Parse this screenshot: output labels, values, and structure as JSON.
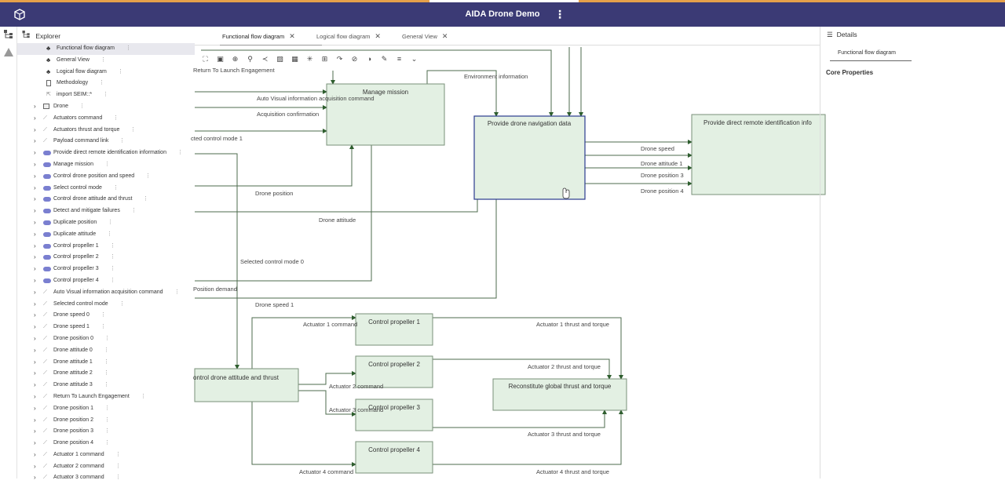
{
  "app": {
    "title": "AIDA Drone Demo"
  },
  "explorer": {
    "title": "Explorer",
    "items": [
      {
        "label": "Functional flow diagram",
        "icon": "diagram",
        "indent": 1,
        "selected": true
      },
      {
        "label": "General View",
        "icon": "diagram",
        "indent": 1
      },
      {
        "label": "Logical flow diagram",
        "icon": "diagram",
        "indent": 1
      },
      {
        "label": "Methodology",
        "icon": "document",
        "indent": 1
      },
      {
        "label": "import SEIM::*",
        "icon": "import",
        "indent": 1
      },
      {
        "label": "Drone",
        "icon": "package",
        "indent": 0
      },
      {
        "label": "Actuators command",
        "icon": "exchange",
        "indent": 0
      },
      {
        "label": "Actuators thrust and torque",
        "icon": "exchange",
        "indent": 0
      },
      {
        "label": "Payload command link",
        "icon": "exchange",
        "indent": 0
      },
      {
        "label": "Provide direct remote identification information",
        "icon": "function",
        "indent": 0
      },
      {
        "label": "Manage mission",
        "icon": "function",
        "indent": 0
      },
      {
        "label": "Control drone position and speed",
        "icon": "function",
        "indent": 0
      },
      {
        "label": "Select control mode",
        "icon": "function",
        "indent": 0
      },
      {
        "label": "Control drone attitude and thrust",
        "icon": "function",
        "indent": 0
      },
      {
        "label": "Detect and mitigate failures",
        "icon": "function",
        "indent": 0
      },
      {
        "label": "Duplicate position",
        "icon": "function",
        "indent": 0
      },
      {
        "label": "Duplicate attitude",
        "icon": "function",
        "indent": 0
      },
      {
        "label": "Control propeller 1",
        "icon": "function",
        "indent": 0
      },
      {
        "label": "Control propeller 2",
        "icon": "function",
        "indent": 0
      },
      {
        "label": "Control propeller 3",
        "icon": "function",
        "indent": 0
      },
      {
        "label": "Control propeller 4",
        "icon": "function",
        "indent": 0
      },
      {
        "label": "Auto Visual information acquisition command",
        "icon": "exchange",
        "indent": 0
      },
      {
        "label": "Selected control mode",
        "icon": "exchange",
        "indent": 0
      },
      {
        "label": "Drone speed 0",
        "icon": "exchange",
        "indent": 0
      },
      {
        "label": "Drone speed 1",
        "icon": "exchange",
        "indent": 0
      },
      {
        "label": "Drone position 0",
        "icon": "exchange",
        "indent": 0
      },
      {
        "label": "Drone attitude 0",
        "icon": "exchange",
        "indent": 0
      },
      {
        "label": "Drone attitude 1",
        "icon": "exchange",
        "indent": 0
      },
      {
        "label": "Drone attitude 2",
        "icon": "exchange",
        "indent": 0
      },
      {
        "label": "Drone attitude 3",
        "icon": "exchange",
        "indent": 0
      },
      {
        "label": "Return To Launch Engagement",
        "icon": "exchange",
        "indent": 0
      },
      {
        "label": "Drone position 1",
        "icon": "exchange",
        "indent": 0
      },
      {
        "label": "Drone position 2",
        "icon": "exchange",
        "indent": 0
      },
      {
        "label": "Drone position 3",
        "icon": "exchange",
        "indent": 0
      },
      {
        "label": "Drone position 4",
        "icon": "exchange",
        "indent": 0
      },
      {
        "label": "Actuator 1 command",
        "icon": "exchange",
        "indent": 0
      },
      {
        "label": "Actuator 2 command",
        "icon": "exchange",
        "indent": 0
      },
      {
        "label": "Actuator 3 command",
        "icon": "exchange",
        "indent": 0
      }
    ]
  },
  "tabs": [
    {
      "label": "Functional flow diagram",
      "active": true
    },
    {
      "label": "Logical flow diagram"
    },
    {
      "label": "General View"
    }
  ],
  "diagram": {
    "nodes": {
      "manage_mission": "Manage mission",
      "nav_data": "Provide drone navigation data",
      "remote_id": "Provide direct remote identification info",
      "control_attitude": "ontrol drone attitude and thrust",
      "prop1": "Control propeller 1",
      "prop2": "Control propeller 2",
      "prop3": "Control propeller 3",
      "prop4": "Control propeller 4",
      "reconstitute": "Reconstitute global thrust and torque"
    },
    "edges": {
      "rtl": "Return To Launch Engagement",
      "env": "Environment information",
      "auto_visual": "Auto Visual information acquisition command",
      "acq_conf": "Acquisition confirmation",
      "sel_mode_1": "cted control mode 1",
      "drone_position": "Drone position",
      "drone_attitude": "Drone attitude",
      "sel_mode_0": "Selected control mode 0",
      "position_demand": "Position demand",
      "drone_speed_1": "Drone speed 1",
      "drone_speed": "Drone speed",
      "drone_attitude_1": "Drone attitude 1",
      "drone_position_3": "Drone position 3",
      "drone_position_4": "Drone position 4",
      "act1": "Actuator 1 command",
      "act2": "Actuator 2 command",
      "act3": "Actuator 3 command",
      "act4": "Actuator 4 command",
      "thr1": "Actuator 1 thrust and torque",
      "thr2": "Actuator 2 thrust and torque",
      "thr3": "Actuator 3 thrust and torque",
      "thr4": "Actuator 4 thrust and torque"
    }
  },
  "details": {
    "title": "Details",
    "tab": "Functional flow diagram",
    "section": "Core Properties"
  }
}
